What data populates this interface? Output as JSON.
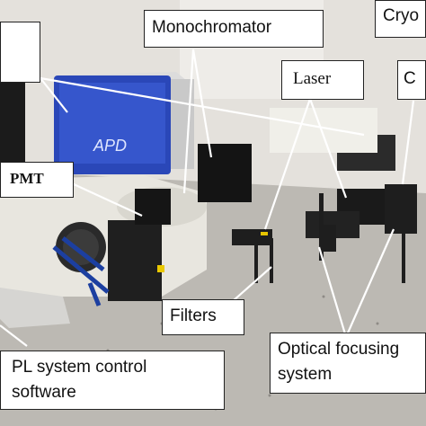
{
  "labels": {
    "monochromator": "Monochromator",
    "cryostat": "Cryo",
    "laser": "Laser",
    "right_partial": "C",
    "pmt": "PMT",
    "filters": "Filters",
    "optical_focusing": "Optical focusing system",
    "optical_focusing_line1": "Optical focusing",
    "optical_focusing_line2": "system",
    "pl_software": "PL system control software",
    "pl_software_line1": "PL system control",
    "pl_software_line2": "software"
  },
  "device_markings": {
    "apd_logo": "APD"
  },
  "colors": {
    "apd_box": "#2a47b8",
    "optical_table": "#bfbcb6",
    "wall": "#e6e3de",
    "arrows": "#ffffff"
  }
}
